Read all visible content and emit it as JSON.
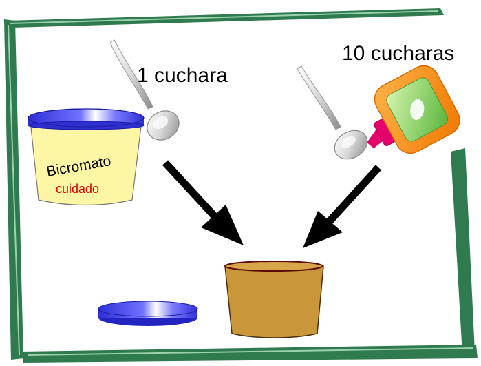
{
  "labels": {
    "left_spoon": "1 cuchara",
    "right_spoon": "10 cucharas",
    "jar_name": "Bicromato",
    "jar_warning": "cuidado"
  },
  "colors": {
    "frame": "#2f7a4e",
    "jar_body": "#fdf6a4",
    "lid": "#3a3ae0",
    "cup": "#c9963a",
    "bottle": "#ff8c10",
    "warning_text": "#e00000",
    "arrow": "#000000"
  },
  "icons": {
    "left_spoon": "spoon-icon",
    "right_spoon": "spoon-icon",
    "glue_bottle": "glue-bottle-icon"
  }
}
